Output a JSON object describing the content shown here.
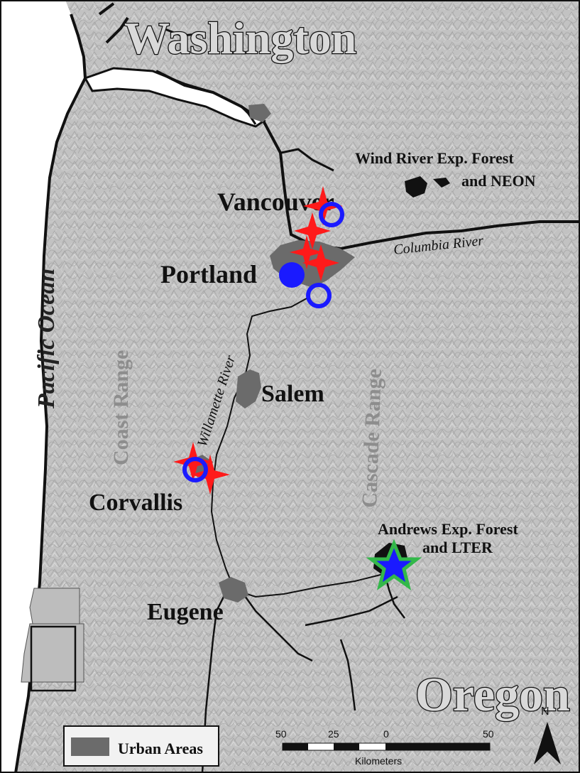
{
  "map": {
    "states": {
      "north": "Washington",
      "south": "Oregon"
    },
    "cities": {
      "vancouver": "Vancouver",
      "portland": "Portland",
      "salem": "Salem",
      "corvallis": "Corvallis",
      "eugene": "Eugene"
    },
    "sites": {
      "wind_river_line1": "Wind River Exp. Forest",
      "wind_river_line2": "and NEON",
      "andrews_line1": "Andrews Exp. Forest",
      "andrews_line2": "and LTER"
    },
    "water": {
      "ocean": "Pacific Ocean",
      "columbia": "Columbia River",
      "willamette": "Willamette River"
    },
    "ranges": {
      "coast": "Coast Range",
      "cascade": "Cascade Range"
    },
    "legend": {
      "urban_label": "Urban Areas",
      "urban_color": "#6b6b6b"
    },
    "scale_bar": {
      "ticks": [
        "50",
        "25",
        "0",
        "50"
      ],
      "unit": "Kilometers"
    },
    "north_arrow": "N",
    "colors": {
      "ocean": "#ffffff",
      "land": "#bdbdbd",
      "marker_red": "#ff1a1a",
      "marker_blue": "#1a1aff",
      "marker_green": "#33b84a"
    }
  }
}
